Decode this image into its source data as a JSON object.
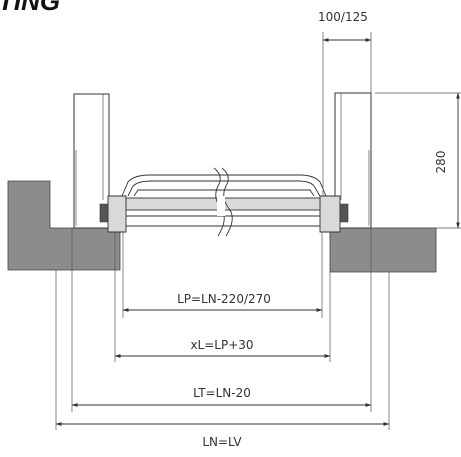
{
  "title": "TING",
  "dimensions": {
    "top_width": "100/125",
    "height": "280",
    "lp": "LP=LN-220/270",
    "xl": "xL=LP+30",
    "lt": "LT=LN-20",
    "ln": "LN=LV"
  },
  "colors": {
    "wall": "#8c8c8c",
    "line": "#333333"
  }
}
